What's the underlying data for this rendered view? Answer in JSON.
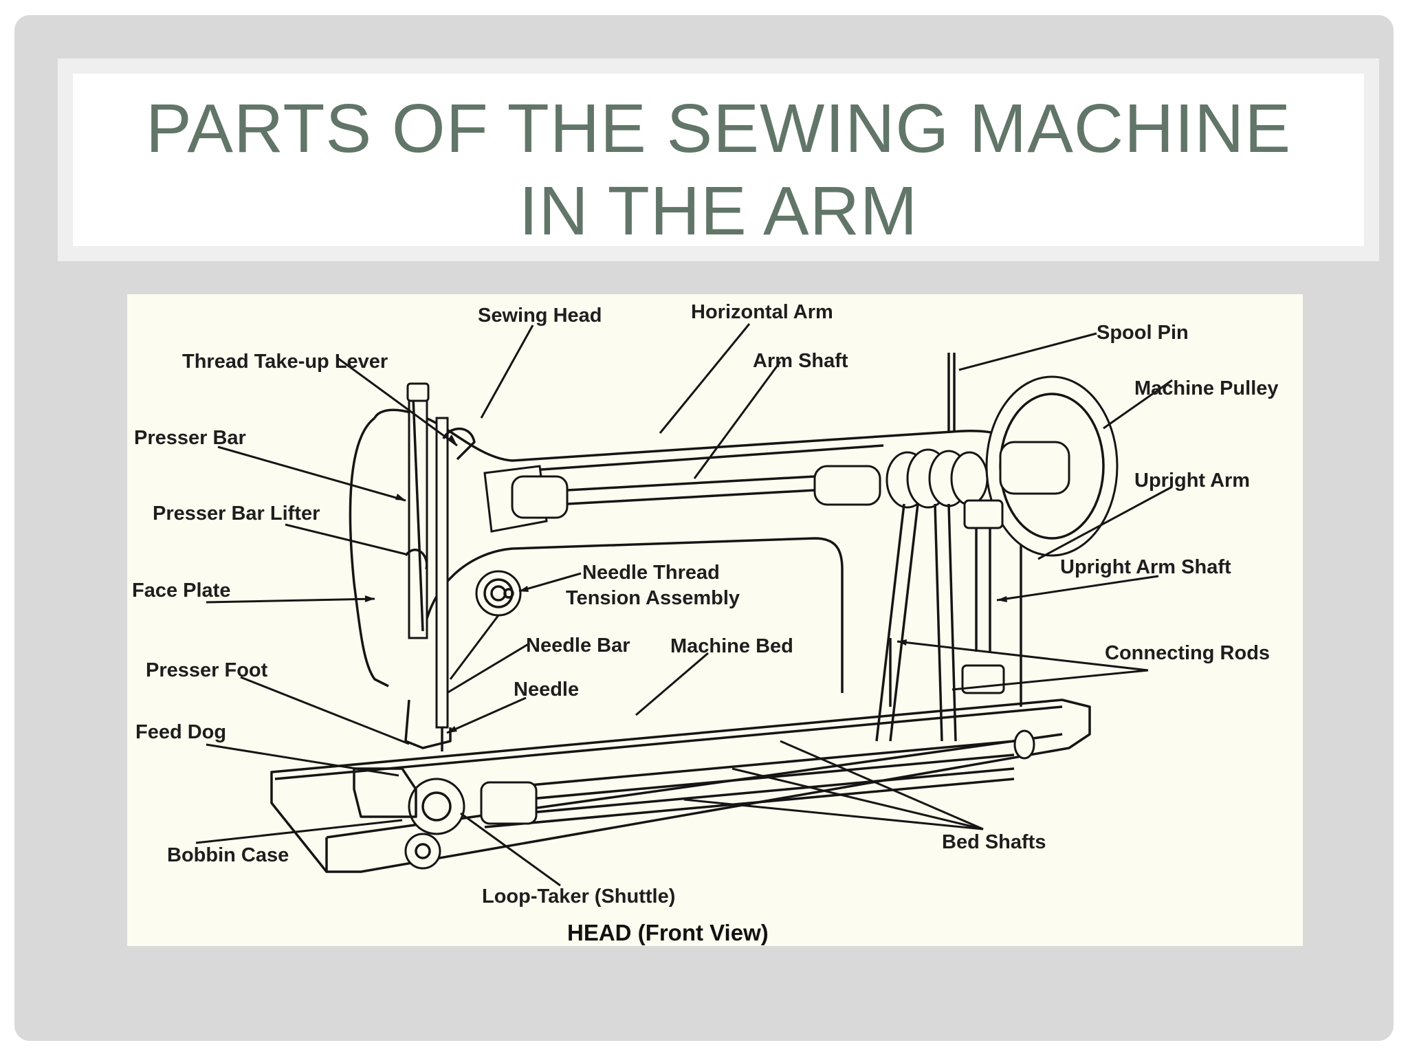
{
  "slide": {
    "title_line1": "PARTS OF THE SEWING MACHINE",
    "title_line2": "IN THE ARM"
  },
  "diagram": {
    "caption": "HEAD (Front View)",
    "labels": {
      "sewing_head": "Sewing Head",
      "horizontal_arm": "Horizontal Arm",
      "spool_pin": "Spool Pin",
      "thread_take_up_lever": "Thread Take-up Lever",
      "arm_shaft": "Arm Shaft",
      "machine_pulley": "Machine Pulley",
      "presser_bar": "Presser Bar",
      "upright_arm": "Upright Arm",
      "presser_bar_lifter": "Presser Bar Lifter",
      "upright_arm_shaft": "Upright Arm Shaft",
      "needle_thread_tension_1": "Needle Thread",
      "needle_thread_tension_2": "Tension Assembly",
      "face_plate": "Face Plate",
      "needle_bar": "Needle Bar",
      "machine_bed": "Machine Bed",
      "connecting_rods": "Connecting Rods",
      "presser_foot": "Presser Foot",
      "needle": "Needle",
      "feed_dog": "Feed Dog",
      "bobbin_case": "Bobbin Case",
      "bed_shafts": "Bed Shafts",
      "loop_taker": "Loop-Taker (Shuttle)"
    }
  }
}
